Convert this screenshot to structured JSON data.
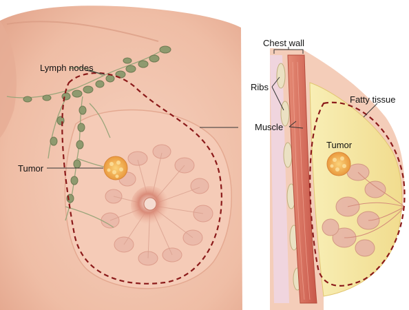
{
  "labels": {
    "lymph_nodes": "Lymph nodes",
    "tumor_front": "Tumor",
    "chest_wall": "Chest wall",
    "ribs": "Ribs",
    "muscle": "Muscle",
    "fatty_tissue": "Fatty tissue",
    "tumor_side": "Tumor"
  },
  "colors": {
    "skin": "#f3c7b0",
    "skin_shadow": "#e8a98f",
    "dashed_outline": "#8b1a1a",
    "lymph_node": "#8f9a6f",
    "tumor": "#f2a64a",
    "fatty_tissue": "#f4e7a1",
    "muscle": "#d9735f",
    "rib": "#e9dfc2",
    "glandular": "#e7b4a6"
  }
}
